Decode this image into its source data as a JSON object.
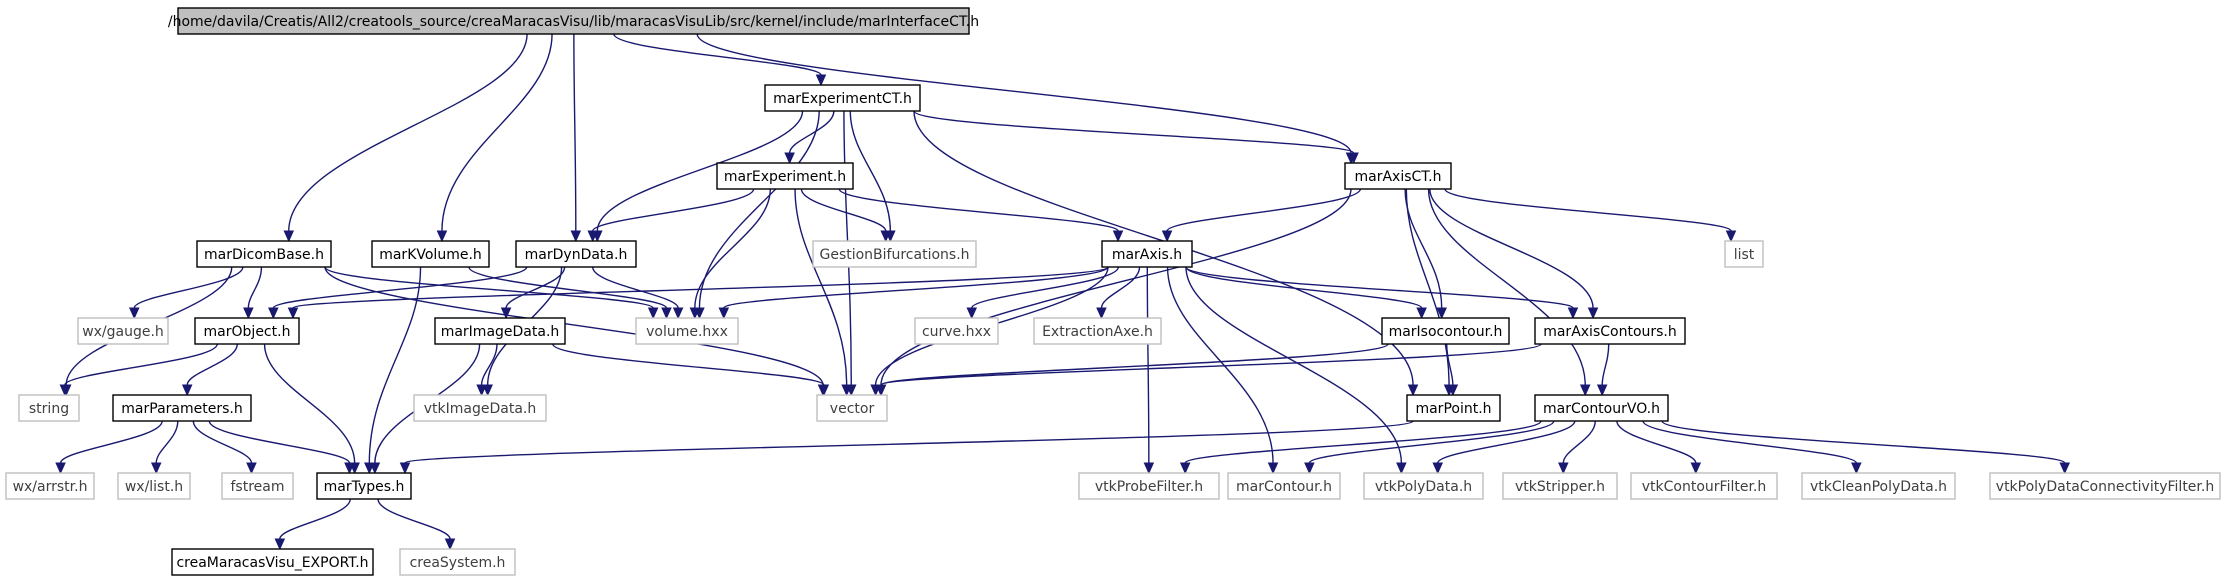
{
  "graph": {
    "root": "/home/davila/Creatis/All2/creatools_source/creaMaracasVisu/lib/maracasVisuLib/src/kernel/include/marInterfaceCT.h",
    "nodes": [
      {
        "id": "root",
        "label": "/home/davila/Creatis/All2/creatools_source/creaMaracasVisu/lib/maracasVisuLib/src/kernel/include/marInterfaceCT.h",
        "kind": "root"
      },
      {
        "id": "marExperimentCT",
        "label": "marExperimentCT.h",
        "kind": "documented"
      },
      {
        "id": "marAxisCT",
        "label": "marAxisCT.h",
        "kind": "documented"
      },
      {
        "id": "marExperiment",
        "label": "marExperiment.h",
        "kind": "documented"
      },
      {
        "id": "marDicomBase",
        "label": "marDicomBase.h",
        "kind": "documented"
      },
      {
        "id": "marKVolume",
        "label": "marKVolume.h",
        "kind": "documented"
      },
      {
        "id": "marDynData",
        "label": "marDynData.h",
        "kind": "documented"
      },
      {
        "id": "GestionBifurcations",
        "label": "GestionBifurcations.h",
        "kind": "external"
      },
      {
        "id": "marAxis",
        "label": "marAxis.h",
        "kind": "documented"
      },
      {
        "id": "list",
        "label": "list",
        "kind": "external"
      },
      {
        "id": "wxgauge",
        "label": "wx/gauge.h",
        "kind": "external"
      },
      {
        "id": "marObject",
        "label": "marObject.h",
        "kind": "documented"
      },
      {
        "id": "volume",
        "label": "volume.hxx",
        "kind": "external"
      },
      {
        "id": "marImageData",
        "label": "marImageData.h",
        "kind": "documented"
      },
      {
        "id": "curve",
        "label": "curve.hxx",
        "kind": "external"
      },
      {
        "id": "ExtractionAxe",
        "label": "ExtractionAxe.h",
        "kind": "external"
      },
      {
        "id": "marIsocontour",
        "label": "marIsocontour.h",
        "kind": "documented"
      },
      {
        "id": "marAxisContours",
        "label": "marAxisContours.h",
        "kind": "documented"
      },
      {
        "id": "string",
        "label": "string",
        "kind": "external"
      },
      {
        "id": "marParameters",
        "label": "marParameters.h",
        "kind": "documented"
      },
      {
        "id": "vtkImageData",
        "label": "vtkImageData.h",
        "kind": "external"
      },
      {
        "id": "vector",
        "label": "vector",
        "kind": "external"
      },
      {
        "id": "marPoint",
        "label": "marPoint.h",
        "kind": "documented"
      },
      {
        "id": "marContourVO",
        "label": "marContourVO.h",
        "kind": "documented"
      },
      {
        "id": "wxarrstr",
        "label": "wx/arrstr.h",
        "kind": "external"
      },
      {
        "id": "wxlist",
        "label": "wx/list.h",
        "kind": "external"
      },
      {
        "id": "fstream",
        "label": "fstream",
        "kind": "external"
      },
      {
        "id": "marTypes",
        "label": "marTypes.h",
        "kind": "documented"
      },
      {
        "id": "vtkProbeFilter",
        "label": "vtkProbeFilter.h",
        "kind": "external"
      },
      {
        "id": "marContour",
        "label": "marContour.h",
        "kind": "external"
      },
      {
        "id": "vtkPolyData",
        "label": "vtkPolyData.h",
        "kind": "external"
      },
      {
        "id": "vtkStripper",
        "label": "vtkStripper.h",
        "kind": "external"
      },
      {
        "id": "vtkContourFilter",
        "label": "vtkContourFilter.h",
        "kind": "external"
      },
      {
        "id": "vtkCleanPolyData",
        "label": "vtkCleanPolyData.h",
        "kind": "external"
      },
      {
        "id": "vtkPolyDataConnectivityFilter",
        "label": "vtkPolyDataConnectivityFilter.h",
        "kind": "external"
      },
      {
        "id": "creaMaracasVisu_EXPORT",
        "label": "creaMaracasVisu_EXPORT.h",
        "kind": "documented"
      },
      {
        "id": "creaSystem",
        "label": "creaSystem.h",
        "kind": "external"
      }
    ],
    "edges": [
      [
        "root",
        "marExperimentCT"
      ],
      [
        "root",
        "marAxisCT"
      ],
      [
        "root",
        "marDicomBase"
      ],
      [
        "root",
        "marKVolume"
      ],
      [
        "root",
        "marDynData"
      ],
      [
        "marExperimentCT",
        "marExperiment"
      ],
      [
        "marExperimentCT",
        "marAxisCT"
      ],
      [
        "marExperimentCT",
        "marDynData"
      ],
      [
        "marExperimentCT",
        "volume"
      ],
      [
        "marExperimentCT",
        "GestionBifurcations"
      ],
      [
        "marExperimentCT",
        "vector"
      ],
      [
        "marExperimentCT",
        "marPoint"
      ],
      [
        "marExperiment",
        "marDynData"
      ],
      [
        "marExperiment",
        "GestionBifurcations"
      ],
      [
        "marExperiment",
        "marAxis"
      ],
      [
        "marExperiment",
        "volume"
      ],
      [
        "marExperiment",
        "vector"
      ],
      [
        "marAxisCT",
        "marAxis"
      ],
      [
        "marAxisCT",
        "list"
      ],
      [
        "marAxisCT",
        "marIsocontour"
      ],
      [
        "marAxisCT",
        "marAxisContours"
      ],
      [
        "marAxisCT",
        "vector"
      ],
      [
        "marAxisCT",
        "marPoint"
      ],
      [
        "marAxisCT",
        "marContourVO"
      ],
      [
        "marDicomBase",
        "marObject"
      ],
      [
        "marDicomBase",
        "wxgauge"
      ],
      [
        "marDicomBase",
        "string"
      ],
      [
        "marDicomBase",
        "volume"
      ],
      [
        "marDicomBase",
        "vector"
      ],
      [
        "marKVolume",
        "volume"
      ],
      [
        "marKVolume",
        "marTypes"
      ],
      [
        "marDynData",
        "marObject"
      ],
      [
        "marDynData",
        "marImageData"
      ],
      [
        "marDynData",
        "volume"
      ],
      [
        "marDynData",
        "vtkImageData"
      ],
      [
        "marAxis",
        "marObject"
      ],
      [
        "marAxis",
        "volume"
      ],
      [
        "marAxis",
        "curve"
      ],
      [
        "marAxis",
        "ExtractionAxe"
      ],
      [
        "marAxis",
        "marIsocontour"
      ],
      [
        "marAxis",
        "marAxisContours"
      ],
      [
        "marAxis",
        "vector"
      ],
      [
        "marAxis",
        "vtkProbeFilter"
      ],
      [
        "marAxis",
        "marContour"
      ],
      [
        "marAxis",
        "vtkPolyData"
      ],
      [
        "marObject",
        "string"
      ],
      [
        "marObject",
        "marParameters"
      ],
      [
        "marObject",
        "marTypes"
      ],
      [
        "marImageData",
        "vtkImageData"
      ],
      [
        "marImageData",
        "vector"
      ],
      [
        "marImageData",
        "marTypes"
      ],
      [
        "marIsocontour",
        "vector"
      ],
      [
        "marIsocontour",
        "marPoint"
      ],
      [
        "marAxisContours",
        "vector"
      ],
      [
        "marAxisContours",
        "marContourVO"
      ],
      [
        "marParameters",
        "wxarrstr"
      ],
      [
        "marParameters",
        "wxlist"
      ],
      [
        "marParameters",
        "fstream"
      ],
      [
        "marParameters",
        "marTypes"
      ],
      [
        "marPoint",
        "marTypes"
      ],
      [
        "marContourVO",
        "vtkProbeFilter"
      ],
      [
        "marContourVO",
        "marContour"
      ],
      [
        "marContourVO",
        "vtkPolyData"
      ],
      [
        "marContourVO",
        "vtkStripper"
      ],
      [
        "marContourVO",
        "vtkContourFilter"
      ],
      [
        "marContourVO",
        "vtkCleanPolyData"
      ],
      [
        "marContourVO",
        "vtkPolyDataConnectivityFilter"
      ],
      [
        "marTypes",
        "creaMaracasVisu_EXPORT"
      ],
      [
        "marTypes",
        "creaSystem"
      ]
    ]
  },
  "colors": {
    "edge": "#191970",
    "root_fill": "#bfbfbf",
    "node_border": "#000000",
    "external_border": "#bfbfbf",
    "background": "#ffffff"
  }
}
